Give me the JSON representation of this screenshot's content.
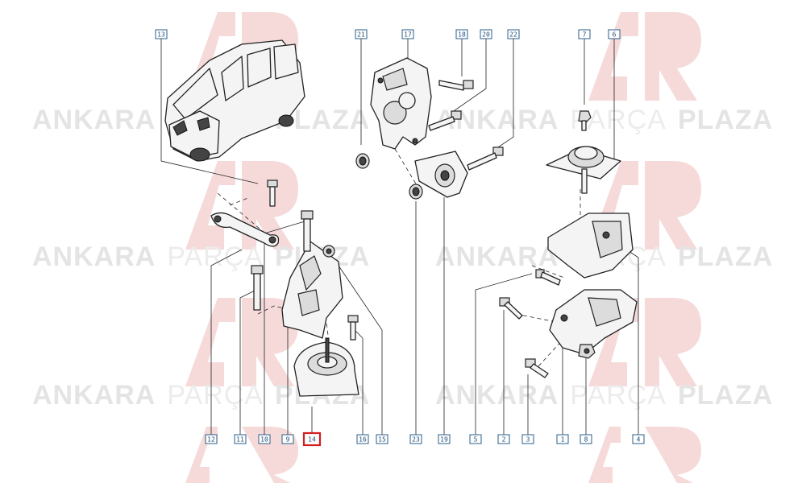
{
  "watermark": {
    "brand_bold_1": "ANKARA",
    "brand_light": "PARÇA",
    "brand_bold_2": "PLAZA"
  },
  "callouts": [
    {
      "id": "c13-top",
      "label": "13"
    },
    {
      "id": "c21-top",
      "label": "21"
    },
    {
      "id": "c17-top",
      "label": "17"
    },
    {
      "id": "c18-top",
      "label": "18"
    },
    {
      "id": "c20-top",
      "label": "20"
    },
    {
      "id": "c22-top",
      "label": "22"
    },
    {
      "id": "c7-top",
      "label": "7"
    },
    {
      "id": "c6-top",
      "label": "6"
    },
    {
      "id": "c12-bot",
      "label": "12"
    },
    {
      "id": "c11-bot",
      "label": "11"
    },
    {
      "id": "c10-bot",
      "label": "10"
    },
    {
      "id": "c9-bot",
      "label": "9"
    },
    {
      "id": "c14-bot",
      "label": "14",
      "highlight": true
    },
    {
      "id": "c16-bot",
      "label": "16"
    },
    {
      "id": "c15-bot",
      "label": "15"
    },
    {
      "id": "c23-bot",
      "label": "23"
    },
    {
      "id": "c19-bot",
      "label": "19"
    },
    {
      "id": "c5-bot",
      "label": "5"
    },
    {
      "id": "c2-bot",
      "label": "2"
    },
    {
      "id": "c3-bot",
      "label": "3"
    },
    {
      "id": "c1-bot",
      "label": "1"
    },
    {
      "id": "c8-bot",
      "label": "8"
    },
    {
      "id": "c4-bot",
      "label": "4"
    }
  ],
  "colors": {
    "callout_border": "#2a5d8a",
    "highlight": "#d11f1f",
    "watermark_text": "#e4e4e4",
    "watermark_logo": "#f6dada"
  }
}
